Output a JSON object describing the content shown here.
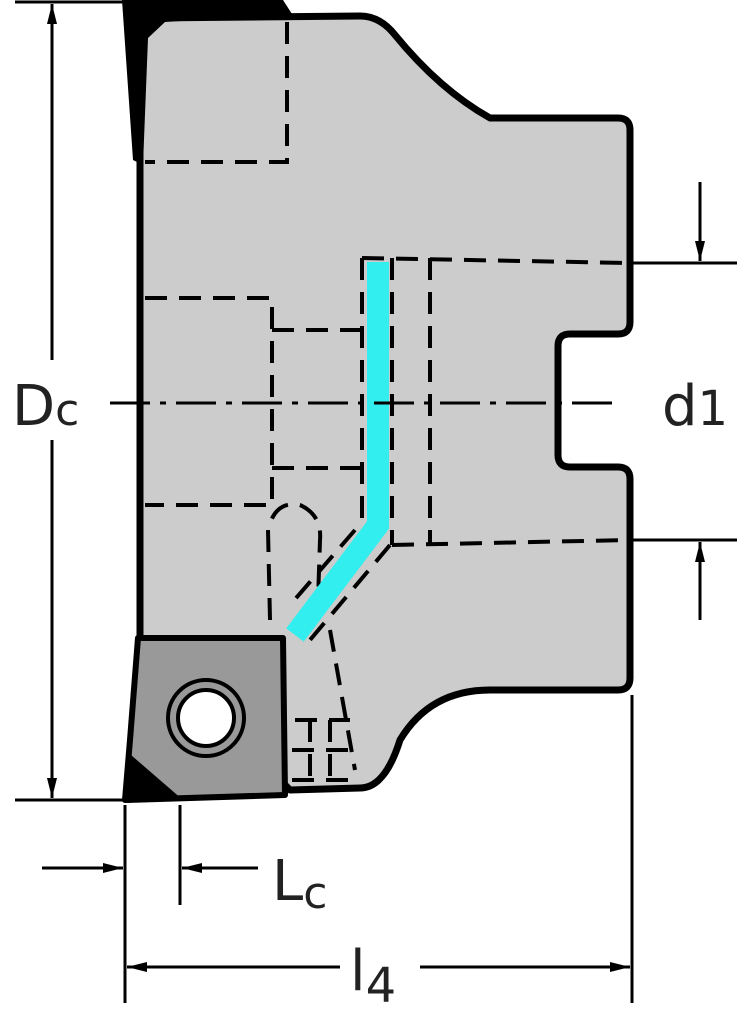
{
  "labels": {
    "Dc": {
      "main": "D",
      "sub": "c"
    },
    "d1": {
      "main": "d",
      "sub": "1"
    },
    "Lc": {
      "main": "L",
      "sub": "c"
    },
    "l4": {
      "main": "l",
      "sub": "4"
    }
  },
  "colors": {
    "body": "#cccccc",
    "insert": "#999999",
    "coolant": "#33eeee",
    "outline": "#000000"
  }
}
